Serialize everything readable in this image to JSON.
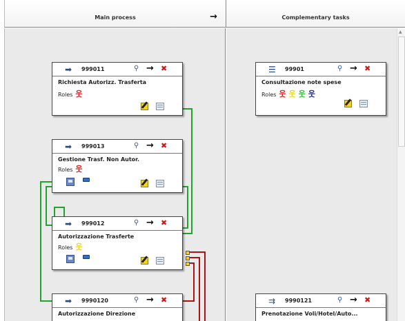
{
  "headers": {
    "main_title": "Main process",
    "main_arrow": "→",
    "complementary_title": "Complementary tasks"
  },
  "icons": {
    "go": "→",
    "delete": "✖",
    "search": "⚲",
    "role": "웃"
  },
  "roles_label": "Roles",
  "cards": {
    "c999011": {
      "id": "999011",
      "name": "Richiesta Autorizz. Trasferta",
      "type_icon": "arrow-icon"
    },
    "c999013": {
      "id": "999013",
      "name": "Gestione Trasf. Non Autor.",
      "type_icon": "arrow-icon"
    },
    "c999012": {
      "id": "999012",
      "name": "Autorizzazione  Trasferte",
      "type_icon": "arrow-icon"
    },
    "c9990120": {
      "id": "9990120",
      "name": "Autorizzazione  Direzione",
      "type_icon": "arrow-icon"
    },
    "c99901": {
      "id": "99901",
      "name": "Consultazione note spese",
      "type_icon": "list-icon"
    },
    "c9990121": {
      "id": "9990121",
      "name": "Prenotazione Voli/Hotel/Auto...",
      "type_icon": "multi-arrow-icon"
    }
  },
  "colors": {
    "role_red": "#e02020",
    "role_yellow": "#e8d81a",
    "role_green": "#27c22f",
    "role_blue": "#1a2a8c",
    "connector_green": "#1fa52a",
    "connector_red": "#b01010"
  }
}
